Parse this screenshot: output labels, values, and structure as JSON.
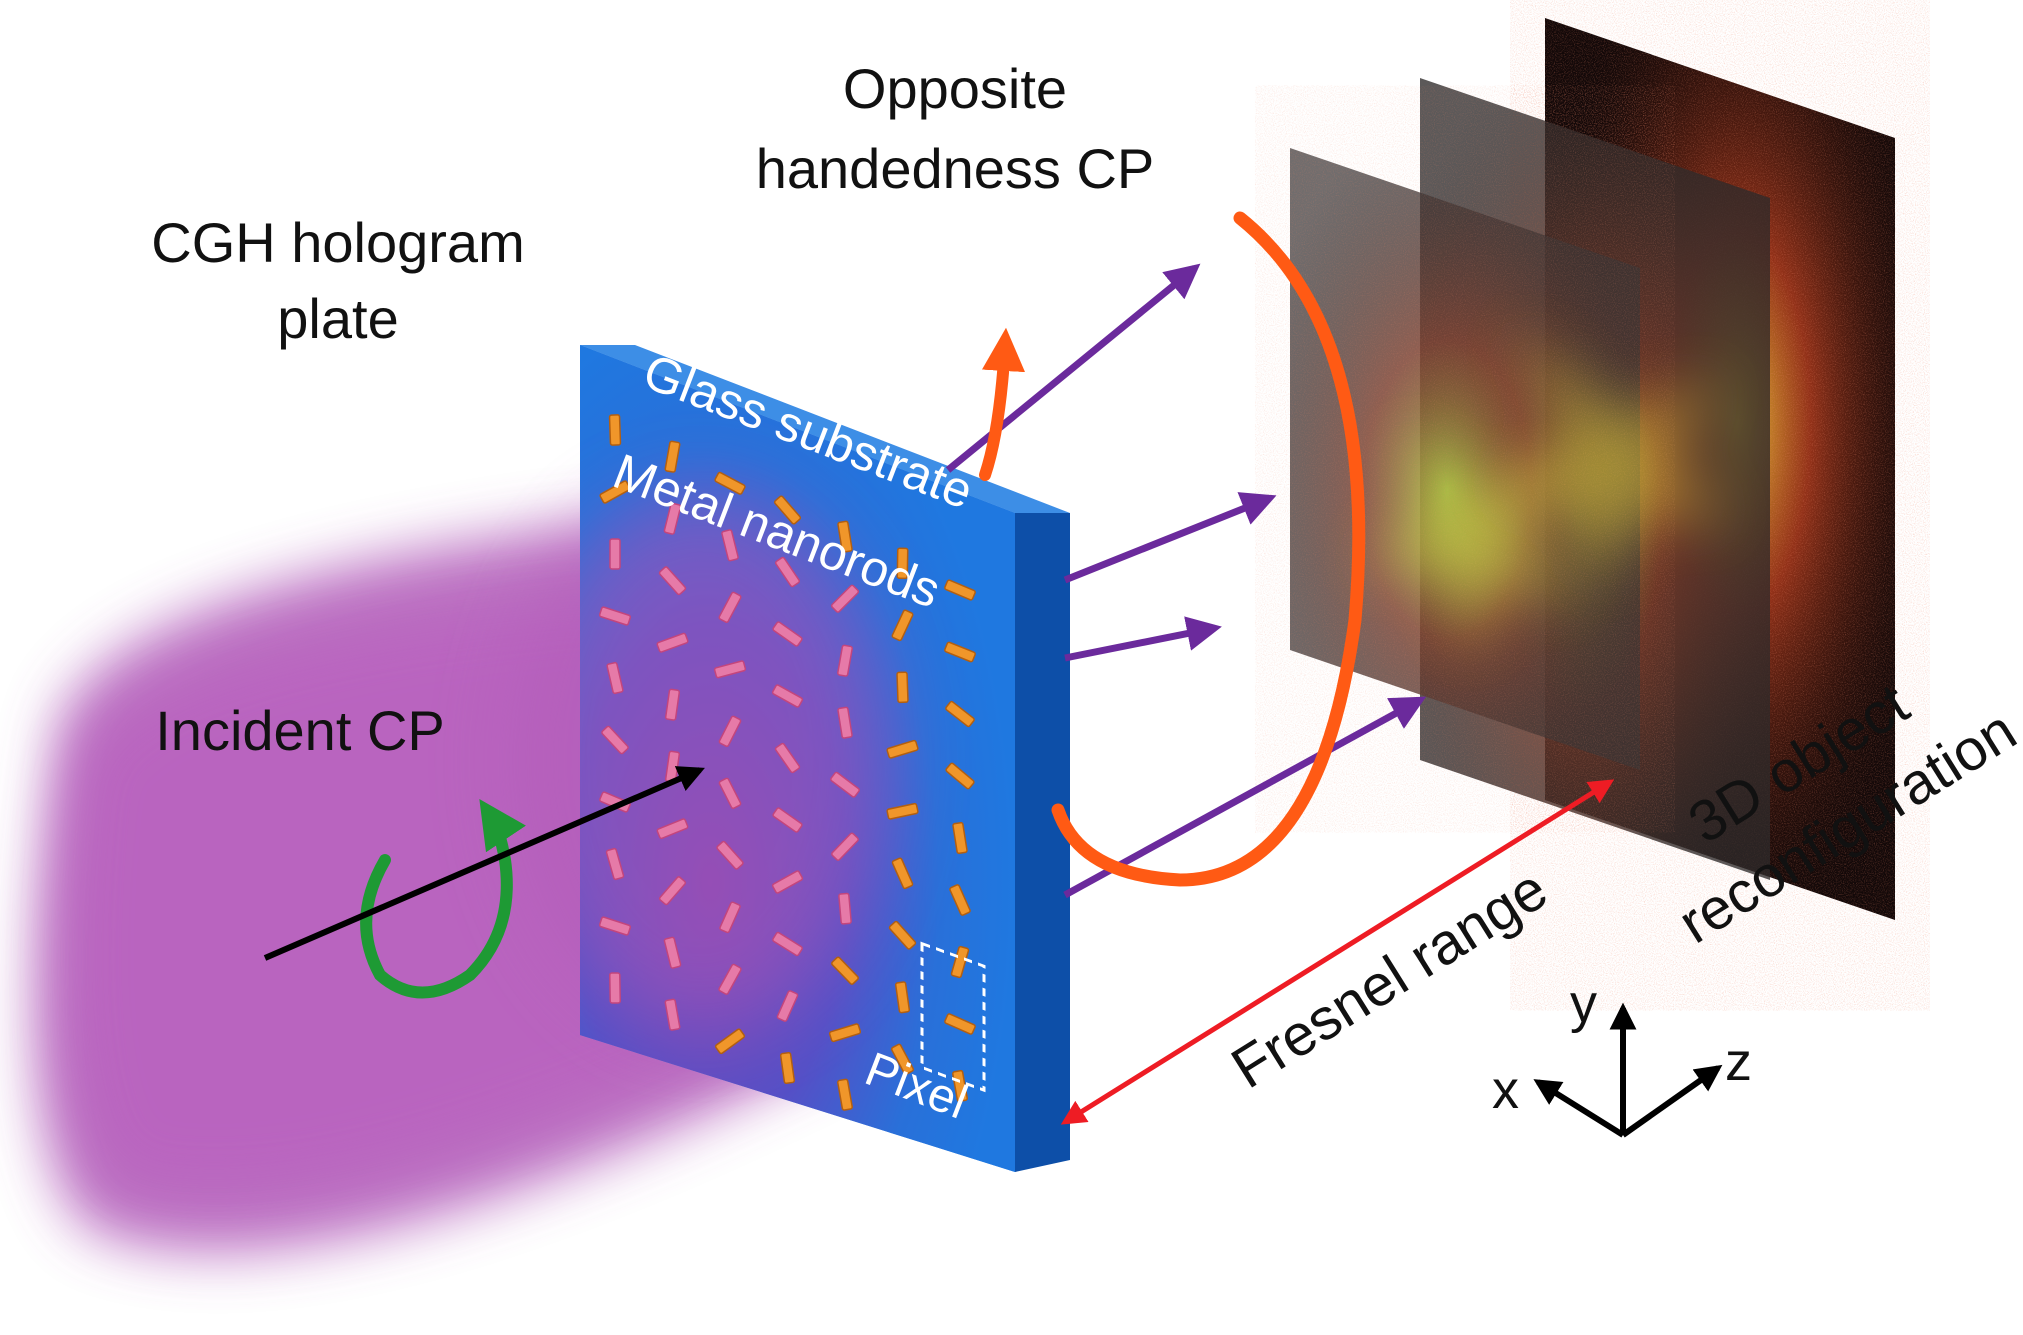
{
  "labels": {
    "opposite_cp_line1": "Opposite",
    "opposite_cp_line2": "handedness CP",
    "cgh_line1": "CGH hologram",
    "cgh_line2": "plate",
    "glass_substrate": "Glass substrate",
    "metal_nanorods": "Metal nanorods",
    "incident_cp": "Incident CP",
    "pixel": "Pixel",
    "fresnel_range": "Fresnel range",
    "object_line1": "3D object",
    "object_line2": "reconfiguration"
  },
  "axes": {
    "x": "x",
    "y": "y",
    "z": "z"
  },
  "colors": {
    "beam": "#b05ab8",
    "plate_face": "#1f6fd1",
    "plate_side": "#0d4fa8",
    "plate_top": "#3d8ee6",
    "nanorod": "#f0962a",
    "nanorod_pink": "#e67aa8",
    "purple_arrow": "#6b2a9c",
    "orange_arrow": "#ff5a14",
    "red_arrow": "#ee1c24",
    "green_rotation": "#1e9a34",
    "black_arrow": "#000000",
    "screen": "#3a3434",
    "hologram_glow": "#b8e53a"
  }
}
